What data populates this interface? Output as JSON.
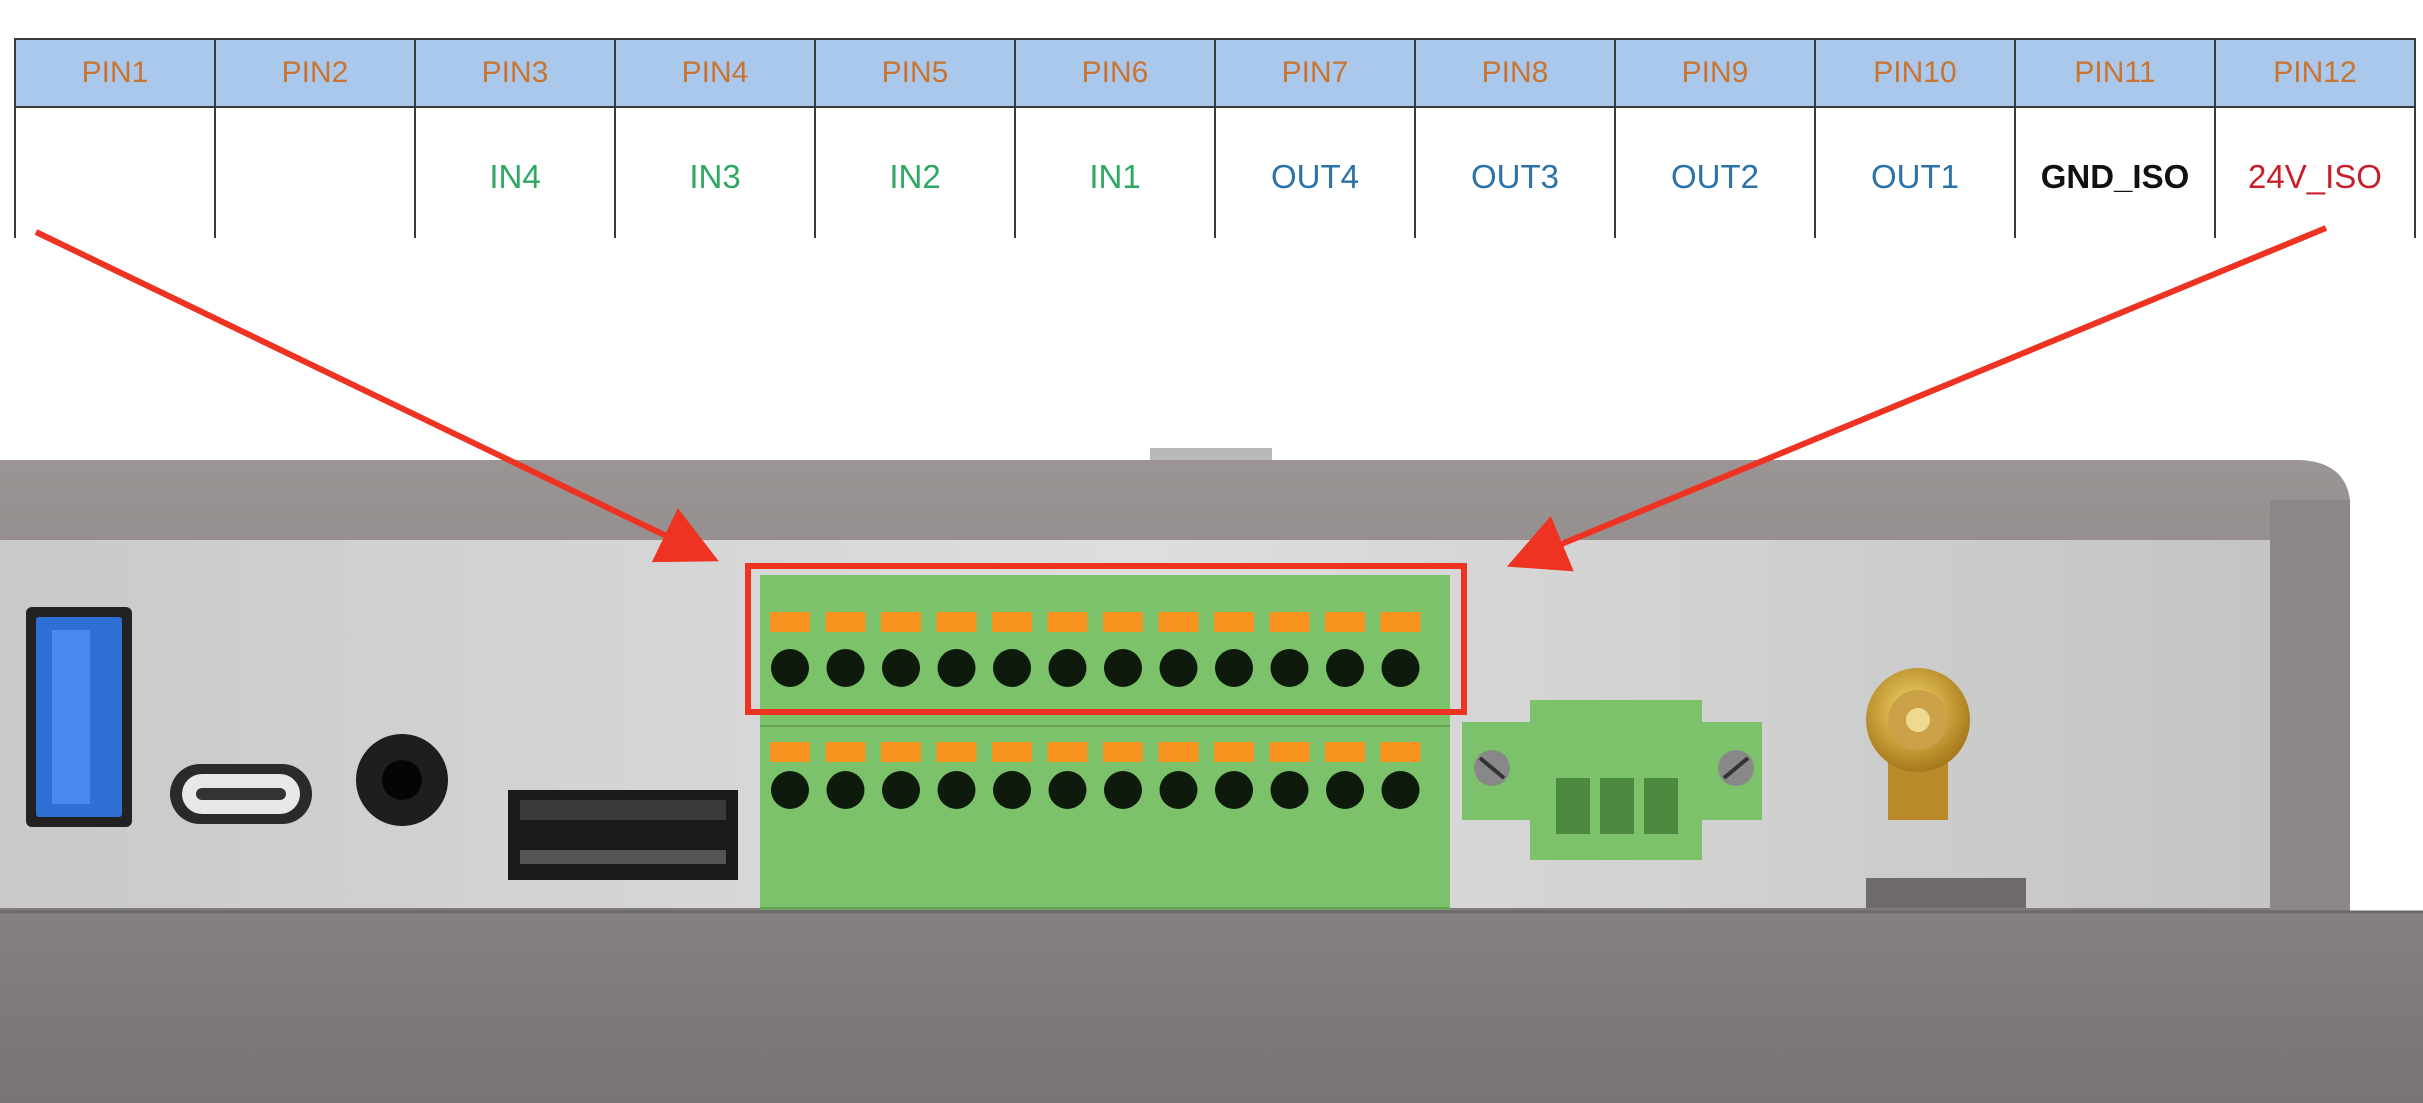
{
  "pins": {
    "headers": [
      "PIN1",
      "PIN2",
      "PIN3",
      "PIN4",
      "PIN5",
      "PIN6",
      "PIN7",
      "PIN8",
      "PIN9",
      "PIN10",
      "PIN11",
      "PIN12"
    ],
    "signals": [
      {
        "label": "",
        "type": "none"
      },
      {
        "label": "",
        "type": "none"
      },
      {
        "label": "IN4",
        "type": "in"
      },
      {
        "label": "IN3",
        "type": "in"
      },
      {
        "label": "IN2",
        "type": "in"
      },
      {
        "label": "IN1",
        "type": "in"
      },
      {
        "label": "OUT4",
        "type": "out"
      },
      {
        "label": "OUT3",
        "type": "out"
      },
      {
        "label": "OUT2",
        "type": "out"
      },
      {
        "label": "OUT1",
        "type": "out"
      },
      {
        "label": "GND_ISO",
        "type": "gnd"
      },
      {
        "label": "24V_ISO",
        "type": "v24"
      }
    ]
  },
  "colors": {
    "header_bg": "#a9c8ec",
    "header_text": "#c9742f",
    "input_signal": "#2ea860",
    "output_signal": "#2a72a8",
    "ground_signal": "#111111",
    "power_signal": "#c8202a",
    "annotation": "#ee3322",
    "terminal_green": "#7cc26a",
    "terminal_lever": "#f7931e"
  },
  "device": {
    "ports": [
      "usb-a-port",
      "usb-c-port",
      "audio-jack",
      "sd-card-slot",
      "terminal-block-24pin",
      "power-connector-3pin",
      "sma-antenna-connector"
    ]
  }
}
